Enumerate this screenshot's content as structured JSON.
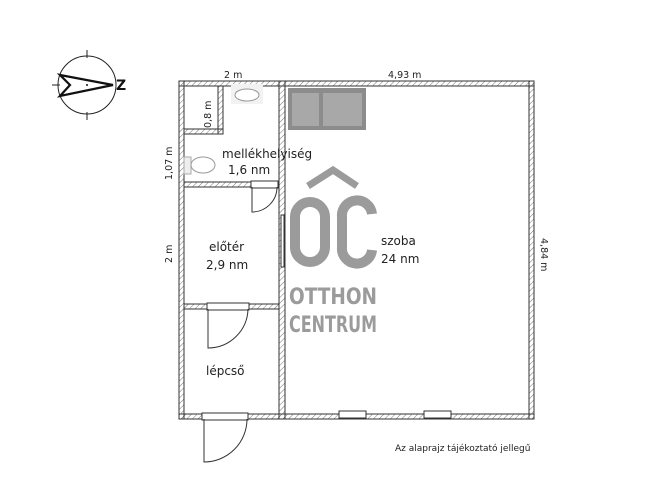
{
  "compass": {
    "north_letter": "Z"
  },
  "dimensions": {
    "top_left": "2 m",
    "top_right": "4,93 m",
    "closet": "0,8 m",
    "left_upper": "1,07 m",
    "left_lower": "2 m",
    "right": "4,84 m"
  },
  "rooms": [
    {
      "name": "mellékhelyiség",
      "area": "1,6 nm"
    },
    {
      "name": "előtér",
      "area": "2,9 nm"
    },
    {
      "name": "szoba",
      "area": "24 nm"
    },
    {
      "name": "lépcső",
      "area": ""
    }
  ],
  "logo": {
    "mark": "ÔC",
    "line1": "OTTHON",
    "line2": "CENTRUM",
    "color": "#9b9b9b"
  },
  "note": "Az alaprajz tájékoztató jellegű"
}
